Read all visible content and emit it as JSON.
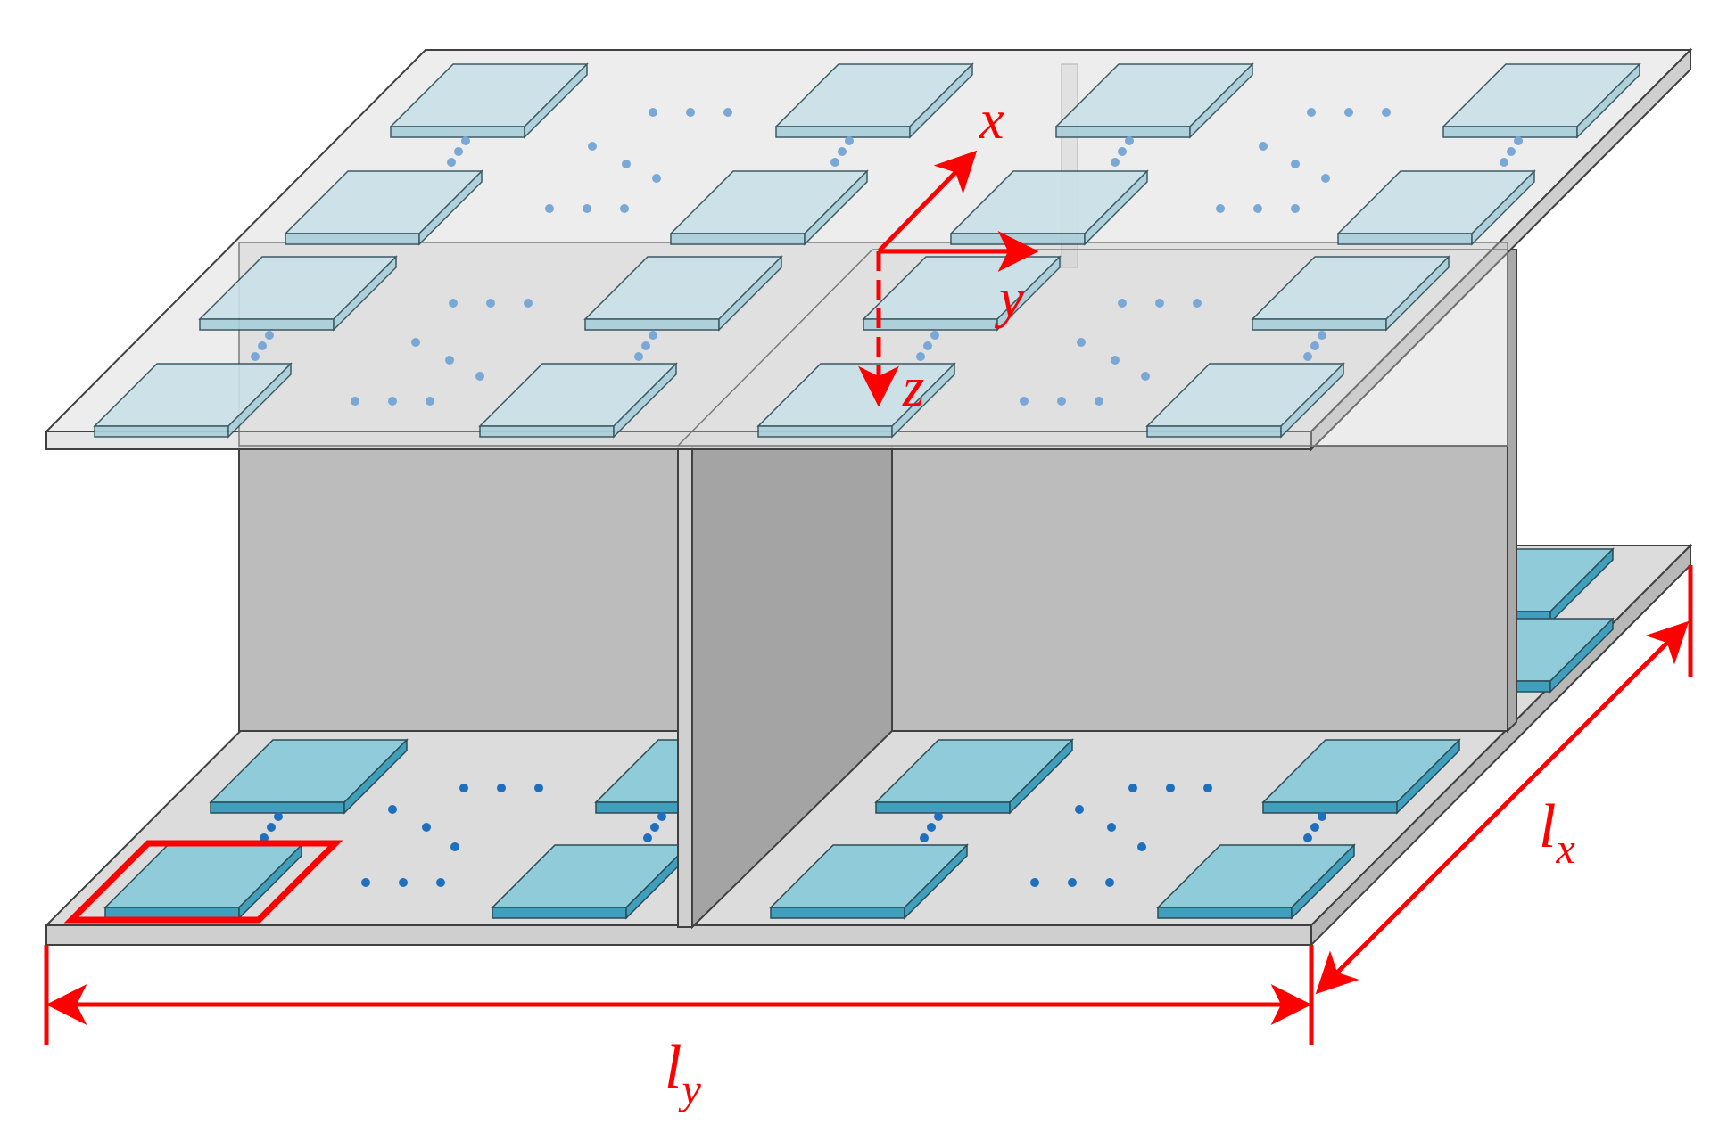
{
  "colors": {
    "background": "#ffffff",
    "plate_top": "#dedede",
    "plate_edge": "#c4c4c4",
    "plate_front": "#d0d0d0",
    "web_face": "#bebebe",
    "web_face_dark": "#a6a6a6",
    "top_plate": "#e4e4e4",
    "patch_bottom_top": "#8fcbd9",
    "patch_bottom_side": "#3f9fbc",
    "patch_top_top": "#c9e0e8",
    "patch_top_side": "#a9cfdb",
    "dots_bottom": "#1f6fbf",
    "dots_top": "#7aa8d6",
    "annotation": "#ff0000",
    "outline": "#404040"
  },
  "labels": {
    "axis_x": "x",
    "axis_y": "y",
    "axis_z": "z",
    "length_y_main": "l",
    "length_y_sub": "y",
    "length_x_main": "l",
    "length_x_sub": "x"
  },
  "icons": {
    "dimension_arrow": "double-headed-arrow",
    "axis_arrow": "single-headed-arrow",
    "ellipsis": "dot-ellipsis"
  }
}
